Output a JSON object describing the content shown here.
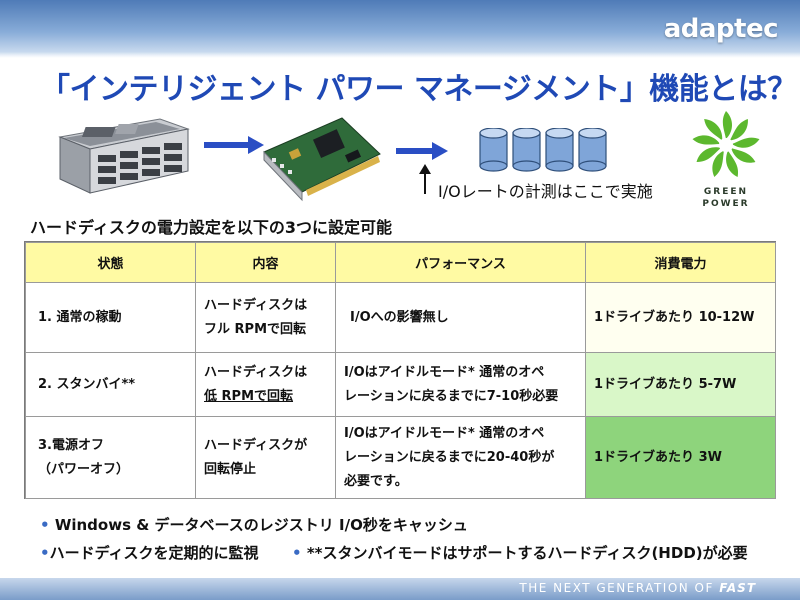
{
  "brand": {
    "logo_text": "adaptec"
  },
  "title": "「インテリジェント パワー マネージメント」機能とは？",
  "diagram": {
    "io_note": "I/Oレートの計測はここで実施",
    "green_power": {
      "line1": "GREEN",
      "line2": "POWER"
    }
  },
  "section_label": "ハードディスクの電力設定を以下の3つに設定可能",
  "table": {
    "headers": [
      "状態",
      "内容",
      "パフォーマンス",
      "消費電力"
    ],
    "rows": [
      {
        "state": [
          "1. 通常の稼動"
        ],
        "content": [
          "ハードディスクは",
          "フル RPMで回転"
        ],
        "performance": [
          "I/Oへの影響無し"
        ],
        "power": "1ドライブあたり 10-12W"
      },
      {
        "state": [
          "2. スタンバイ**"
        ],
        "content": [
          "ハードディスクは",
          "低 RPMで回転"
        ],
        "performance": [
          "I/Oはアイドルモード* 通常のオペ",
          "レーションに戻るまでに7-10秒必要"
        ],
        "power": "1ドライブあたり 5-7W"
      },
      {
        "state": [
          "3.電源オフ",
          "（パワーオフ）"
        ],
        "content": [
          "ハードディスクが",
          "回転停止"
        ],
        "performance": [
          "I/Oはアイドルモード* 通常のオペ",
          "レーションに戻るまでに20-40秒が",
          "必要です。"
        ],
        "power": "1ドライブあたり 3W"
      }
    ]
  },
  "bullets": {
    "b1": "Windows & データベースのレジストリ I/O秒をキャッシュ",
    "b2": "ハードディスクを定期的に監視",
    "b3": "**スタンバイモードはサポートするハードディスク(HDD)が必要"
  },
  "footer": {
    "prefix": "THE NEXT GENERATION OF",
    "emphasis": "FAST"
  },
  "colors": {
    "title": "#1f49b5",
    "header_fill": "#fffaa3",
    "power_row1": "#fffff0",
    "power_row2": "#d9f7c8",
    "power_row3": "#8ed47c",
    "arrow": "#2a4ec4"
  }
}
